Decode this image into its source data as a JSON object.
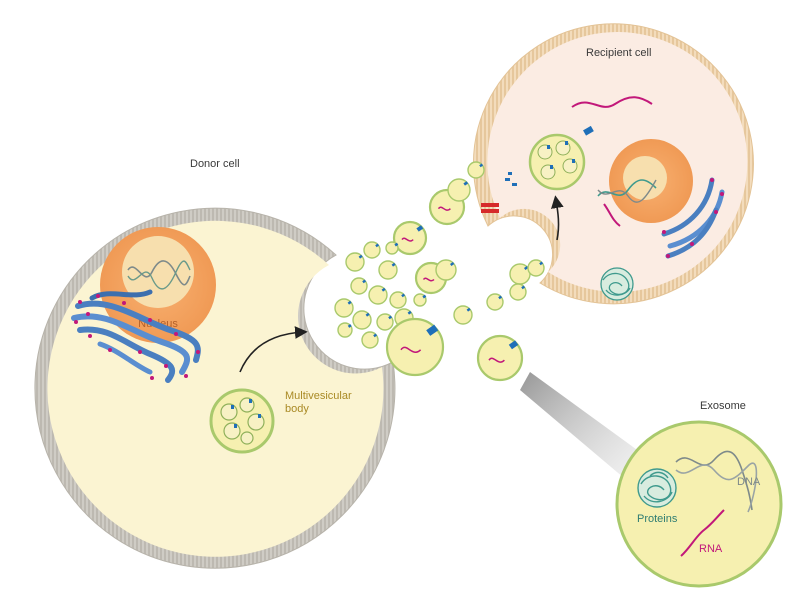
{
  "labels": {
    "donor_cell": "Donor cell",
    "recipient_cell": "Recipient cell",
    "nucleus": "Nucleus",
    "mvb_line1": "Multivesicular",
    "mvb_line2": "body",
    "exosome": "Exosome",
    "dna": "DNA",
    "proteins": "Proteins",
    "rna": "RNA"
  },
  "colors": {
    "cytoplasm": "#fbf4d2",
    "donor_membrane": "#c9c6bf",
    "recipient_membrane": "#f1d9b6",
    "recipient_cytoplasm": "#fbece3",
    "nucleus_outer": "#f6a463",
    "nucleus_inner": "#f7dfae",
    "vesicle_fill": "#f6f0b0",
    "vesicle_stroke": "#a9c96c",
    "er_blue": "#4a7fc0",
    "receptor_blue": "#1f6fb8",
    "rna_magenta": "#c2187a",
    "protein_teal": "#3f9a8d",
    "dna_grey": "#7e8a8a",
    "arrow": "#222222"
  },
  "icons": [
    "arrow-curved-icon",
    "arrow-up-icon",
    "dna-helix-icon",
    "rna-strand-icon",
    "protein-blob-icon",
    "receptor-icon",
    "er-membrane-icon"
  ]
}
